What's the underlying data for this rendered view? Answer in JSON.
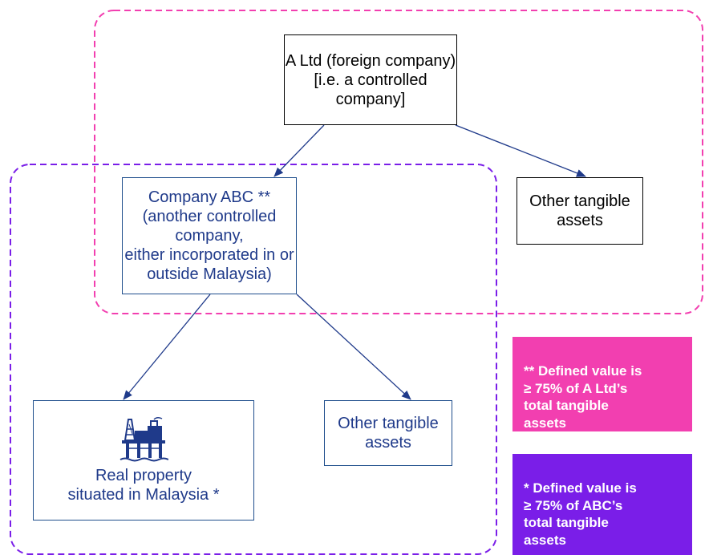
{
  "colors": {
    "pink": "#f23fb0",
    "purple": "#7a1ee8",
    "navy": "#1f3a8a",
    "black": "#000000"
  },
  "nodes": {
    "a_ltd": "A Ltd (foreign company)\n[i.e. a controlled\ncompany]",
    "company_abc": "Company ABC **\n(another controlled company,\neither incorporated in or\noutside Malaysia)",
    "other_assets_top": "Other tangible\nassets",
    "other_assets_bottom": "Other tangible\nassets",
    "real_property": "Real property\nsituated in Malaysia *"
  },
  "icons": {
    "real_property": "oil-rig-icon"
  },
  "notes": {
    "pink": "** Defined value is\n    ≥ 75% of A Ltd’s\n    total tangible\n    assets",
    "purple": "* Defined value is\n   ≥ 75% of ABC’s\n   total tangible\n   assets"
  }
}
